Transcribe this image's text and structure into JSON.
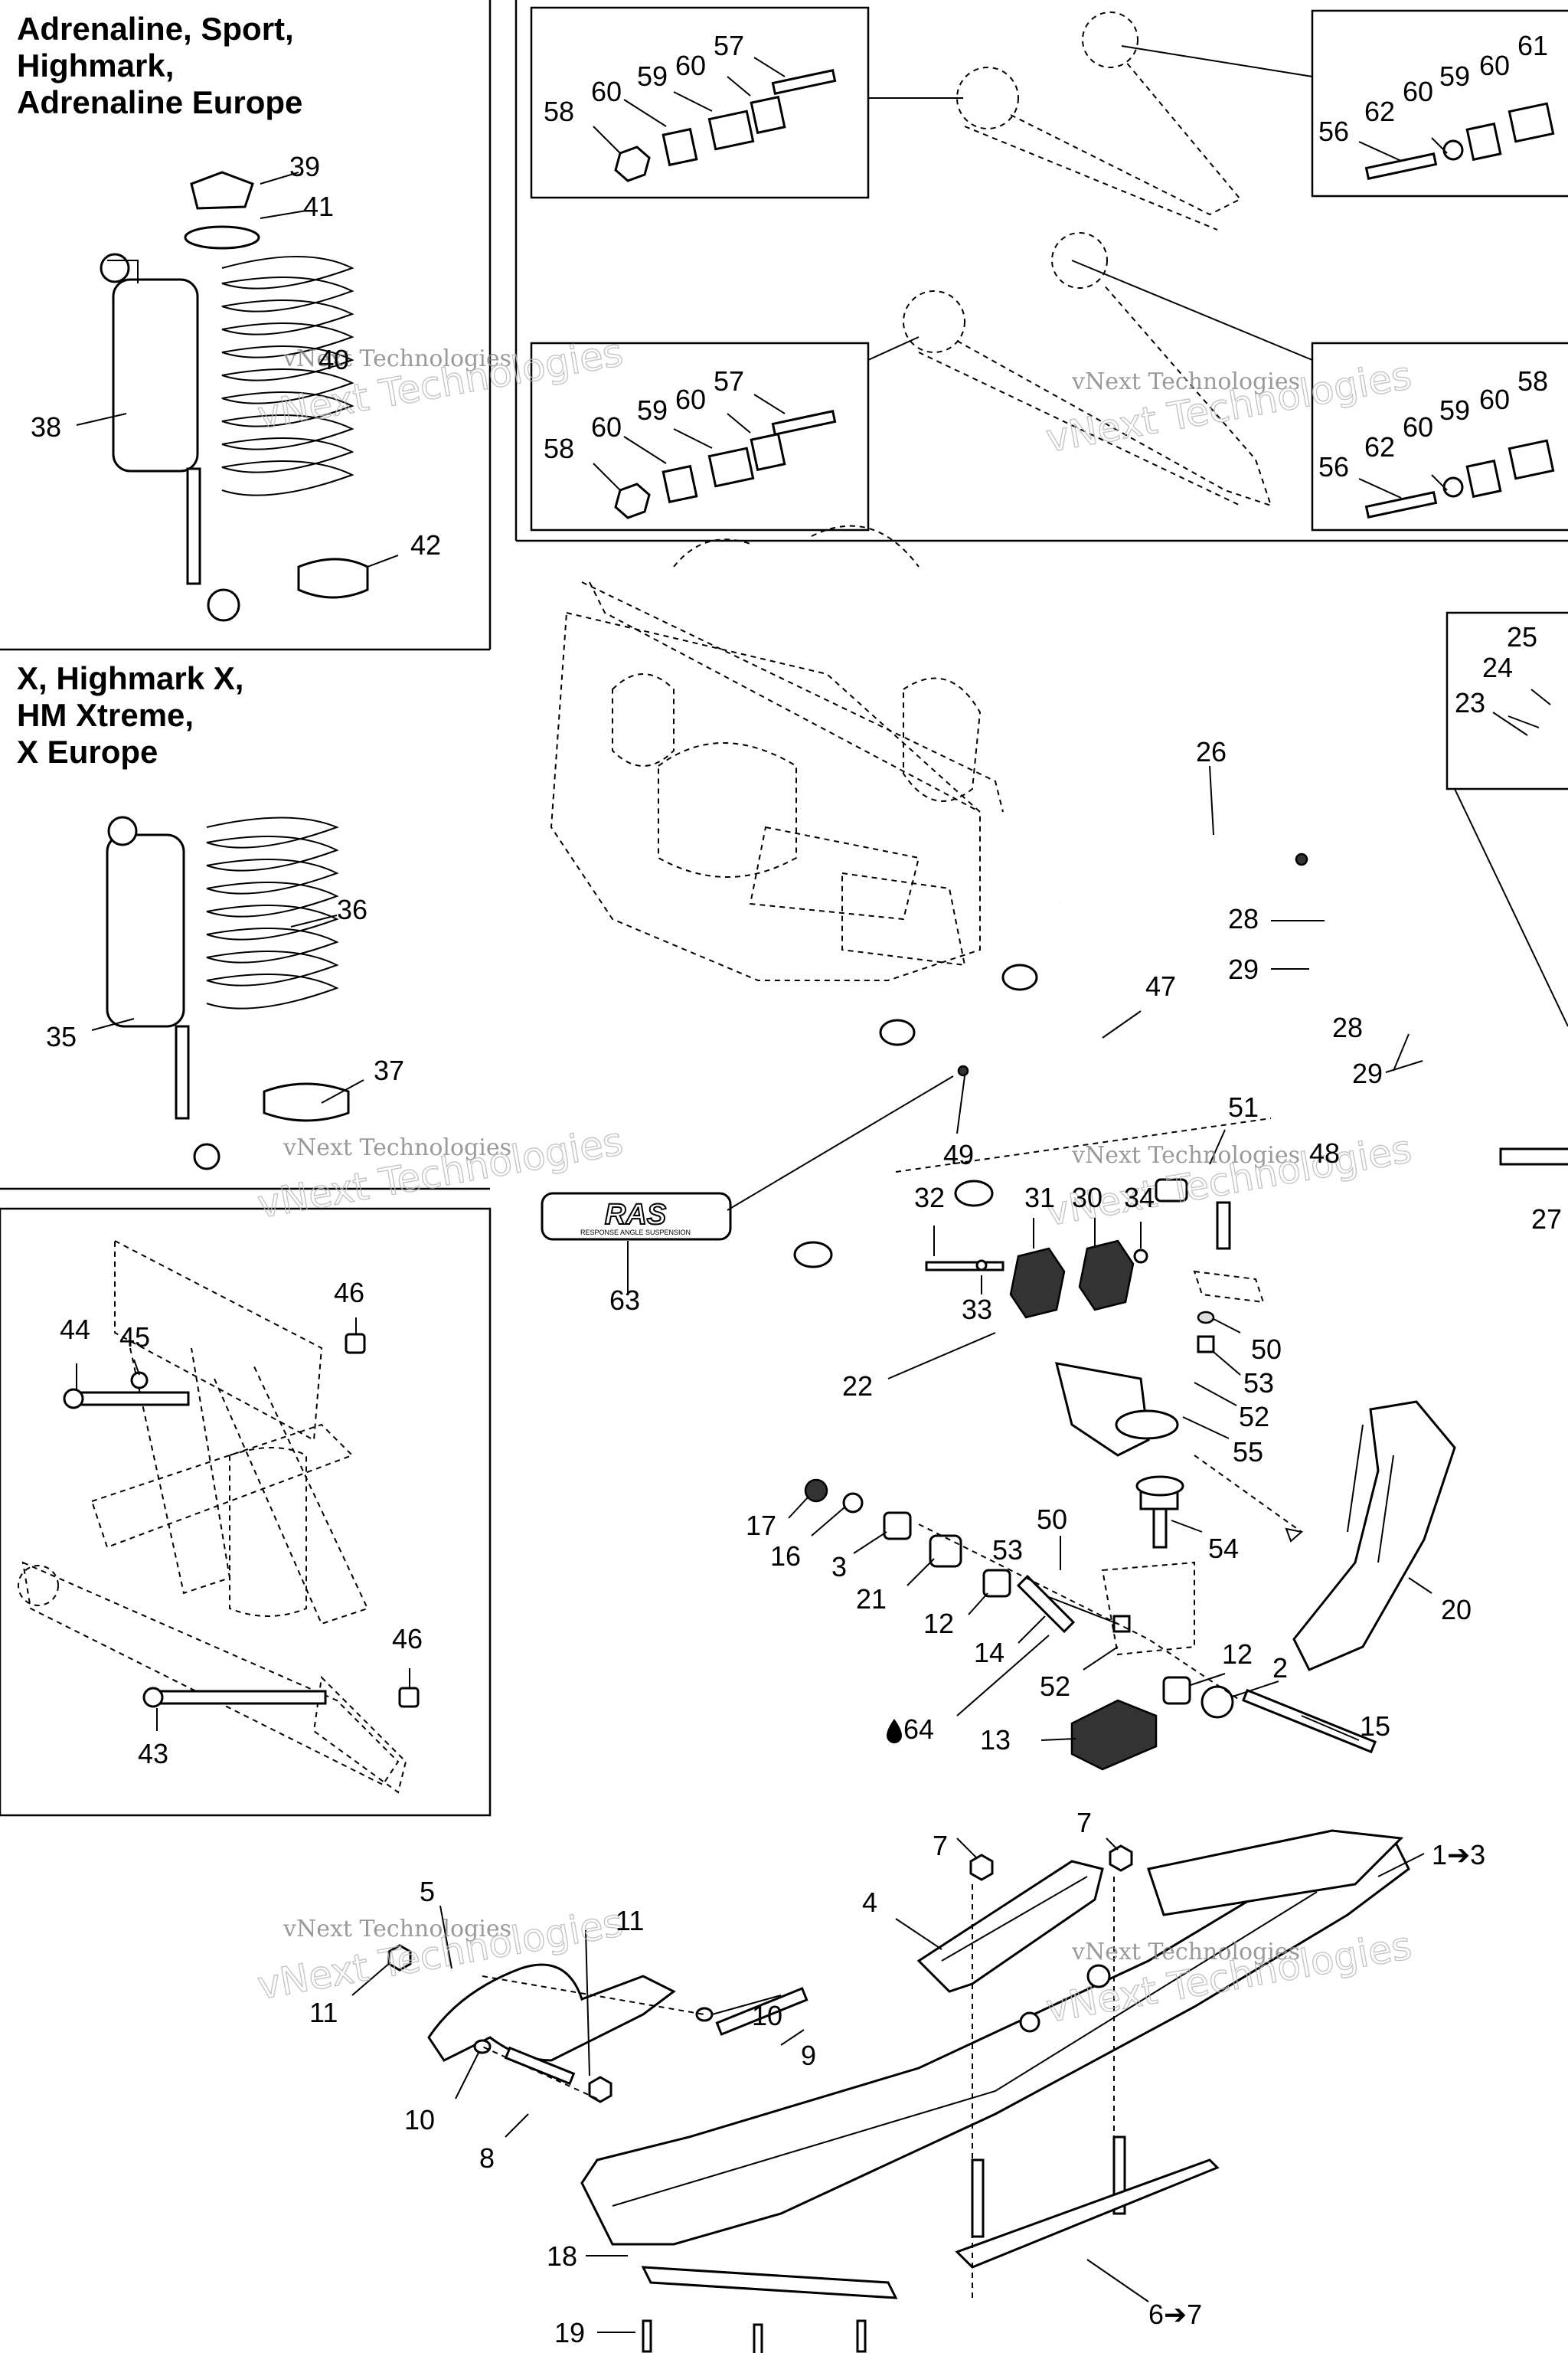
{
  "titles": {
    "group_a": [
      "Adrenaline, Sport,",
      "Highmark,",
      "Adrenaline Europe"
    ],
    "group_b": [
      "X, Highmark X,",
      "HM Xtreme,",
      "X Europe"
    ]
  },
  "watermark": {
    "text": "vNext Technologies",
    "outline_text": "vNext Technologies"
  },
  "logo": {
    "text": "RAS",
    "caption": "RESPONSE ANGLE SUSPENSION"
  },
  "callouts": [
    {
      "id": "c57a",
      "text": "57"
    },
    {
      "id": "c60a",
      "text": "60"
    },
    {
      "id": "c59a",
      "text": "59"
    },
    {
      "id": "c60b",
      "text": "60"
    },
    {
      "id": "c58a",
      "text": "58"
    },
    {
      "id": "c61",
      "text": "61"
    },
    {
      "id": "c60c",
      "text": "60"
    },
    {
      "id": "c59b",
      "text": "59"
    },
    {
      "id": "c60d",
      "text": "60"
    },
    {
      "id": "c62a",
      "text": "62"
    },
    {
      "id": "c56a",
      "text": "56"
    },
    {
      "id": "c57b",
      "text": "57"
    },
    {
      "id": "c60e",
      "text": "60"
    },
    {
      "id": "c59c",
      "text": "59"
    },
    {
      "id": "c60f",
      "text": "60"
    },
    {
      "id": "c58b",
      "text": "58"
    },
    {
      "id": "c58c",
      "text": "58"
    },
    {
      "id": "c60g",
      "text": "60"
    },
    {
      "id": "c59d",
      "text": "59"
    },
    {
      "id": "c60h",
      "text": "60"
    },
    {
      "id": "c62b",
      "text": "62"
    },
    {
      "id": "c56b",
      "text": "56"
    },
    {
      "id": "c39",
      "text": "39"
    },
    {
      "id": "c41",
      "text": "41"
    },
    {
      "id": "c40",
      "text": "40"
    },
    {
      "id": "c38",
      "text": "38"
    },
    {
      "id": "c42",
      "text": "42"
    },
    {
      "id": "c36",
      "text": "36"
    },
    {
      "id": "c35",
      "text": "35"
    },
    {
      "id": "c37",
      "text": "37"
    },
    {
      "id": "c46a",
      "text": "46"
    },
    {
      "id": "c44",
      "text": "44"
    },
    {
      "id": "c45",
      "text": "45"
    },
    {
      "id": "c46b",
      "text": "46"
    },
    {
      "id": "c43",
      "text": "43"
    },
    {
      "id": "c25",
      "text": "25"
    },
    {
      "id": "c24",
      "text": "24"
    },
    {
      "id": "c23",
      "text": "23"
    },
    {
      "id": "c26",
      "text": "26"
    },
    {
      "id": "c28a",
      "text": "28"
    },
    {
      "id": "c29a",
      "text": "29"
    },
    {
      "id": "c28b",
      "text": "28"
    },
    {
      "id": "c29b",
      "text": "29"
    },
    {
      "id": "c47",
      "text": "47"
    },
    {
      "id": "c49",
      "text": "49"
    },
    {
      "id": "c51",
      "text": "51"
    },
    {
      "id": "c48",
      "text": "48"
    },
    {
      "id": "c27",
      "text": "27"
    },
    {
      "id": "c63",
      "text": "63"
    },
    {
      "id": "c32",
      "text": "32"
    },
    {
      "id": "c31",
      "text": "31"
    },
    {
      "id": "c30",
      "text": "30"
    },
    {
      "id": "c34",
      "text": "34"
    },
    {
      "id": "c33",
      "text": "33"
    },
    {
      "id": "c50a",
      "text": "50"
    },
    {
      "id": "c53a",
      "text": "53"
    },
    {
      "id": "c52a",
      "text": "52"
    },
    {
      "id": "c55",
      "text": "55"
    },
    {
      "id": "c22",
      "text": "22"
    },
    {
      "id": "c20",
      "text": "20"
    },
    {
      "id": "c54",
      "text": "54"
    },
    {
      "id": "c50b",
      "text": "50"
    },
    {
      "id": "c53b",
      "text": "53"
    },
    {
      "id": "c17",
      "text": "17"
    },
    {
      "id": "c16",
      "text": "16"
    },
    {
      "id": "c3",
      "text": "3"
    },
    {
      "id": "c21",
      "text": "21"
    },
    {
      "id": "c12a",
      "text": "12"
    },
    {
      "id": "c14",
      "text": "14"
    },
    {
      "id": "c52b",
      "text": "52"
    },
    {
      "id": "c12b",
      "text": "12"
    },
    {
      "id": "c2",
      "text": "2"
    },
    {
      "id": "c64",
      "text": "64"
    },
    {
      "id": "c13",
      "text": "13"
    },
    {
      "id": "c15",
      "text": "15"
    },
    {
      "id": "c7a",
      "text": "7"
    },
    {
      "id": "c7b",
      "text": "7"
    },
    {
      "id": "c1to3",
      "text": "1➔3"
    },
    {
      "id": "c4",
      "text": "4"
    },
    {
      "id": "c5",
      "text": "5"
    },
    {
      "id": "c11a",
      "text": "11"
    },
    {
      "id": "c10a",
      "text": "10"
    },
    {
      "id": "c9",
      "text": "9"
    },
    {
      "id": "c11b",
      "text": "11"
    },
    {
      "id": "c10b",
      "text": "10"
    },
    {
      "id": "c8",
      "text": "8"
    },
    {
      "id": "c18",
      "text": "18"
    },
    {
      "id": "c19",
      "text": "19"
    },
    {
      "id": "c6to7",
      "text": "6➔7"
    }
  ]
}
